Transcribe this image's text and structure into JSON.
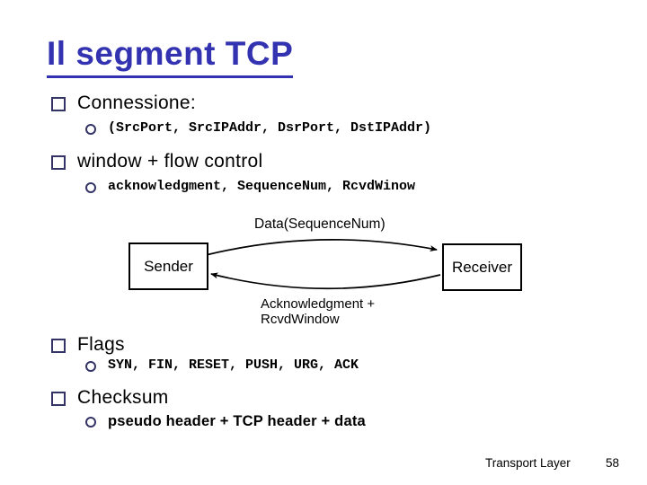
{
  "slide": {
    "title": "Il segment TCP",
    "bullets": [
      {
        "label": "Connessione:",
        "sub": "(SrcPort, SrcIPAddr, DsrPort, DstIPAddr)"
      },
      {
        "label": "window + flow control",
        "sub": "acknowledgment, SequenceNum, RcvdWinow"
      },
      {
        "label": "Flags",
        "sub": "SYN, FIN, RESET, PUSH, URG, ACK"
      },
      {
        "label": "Checksum",
        "sub": "pseudo header + TCP header + data"
      }
    ],
    "diagram": {
      "data_label": "Data(SequenceNum)",
      "sender": "Sender",
      "receiver": "Receiver",
      "ack_line1": "Acknowledgment +",
      "ack_line2": "RcvdWindow"
    },
    "footer": {
      "label": "Transport Layer",
      "page_number": "58"
    },
    "colors": {
      "title_blue": "#3333B2",
      "bullet_navy": "#333366",
      "text_black": "#000000"
    }
  }
}
